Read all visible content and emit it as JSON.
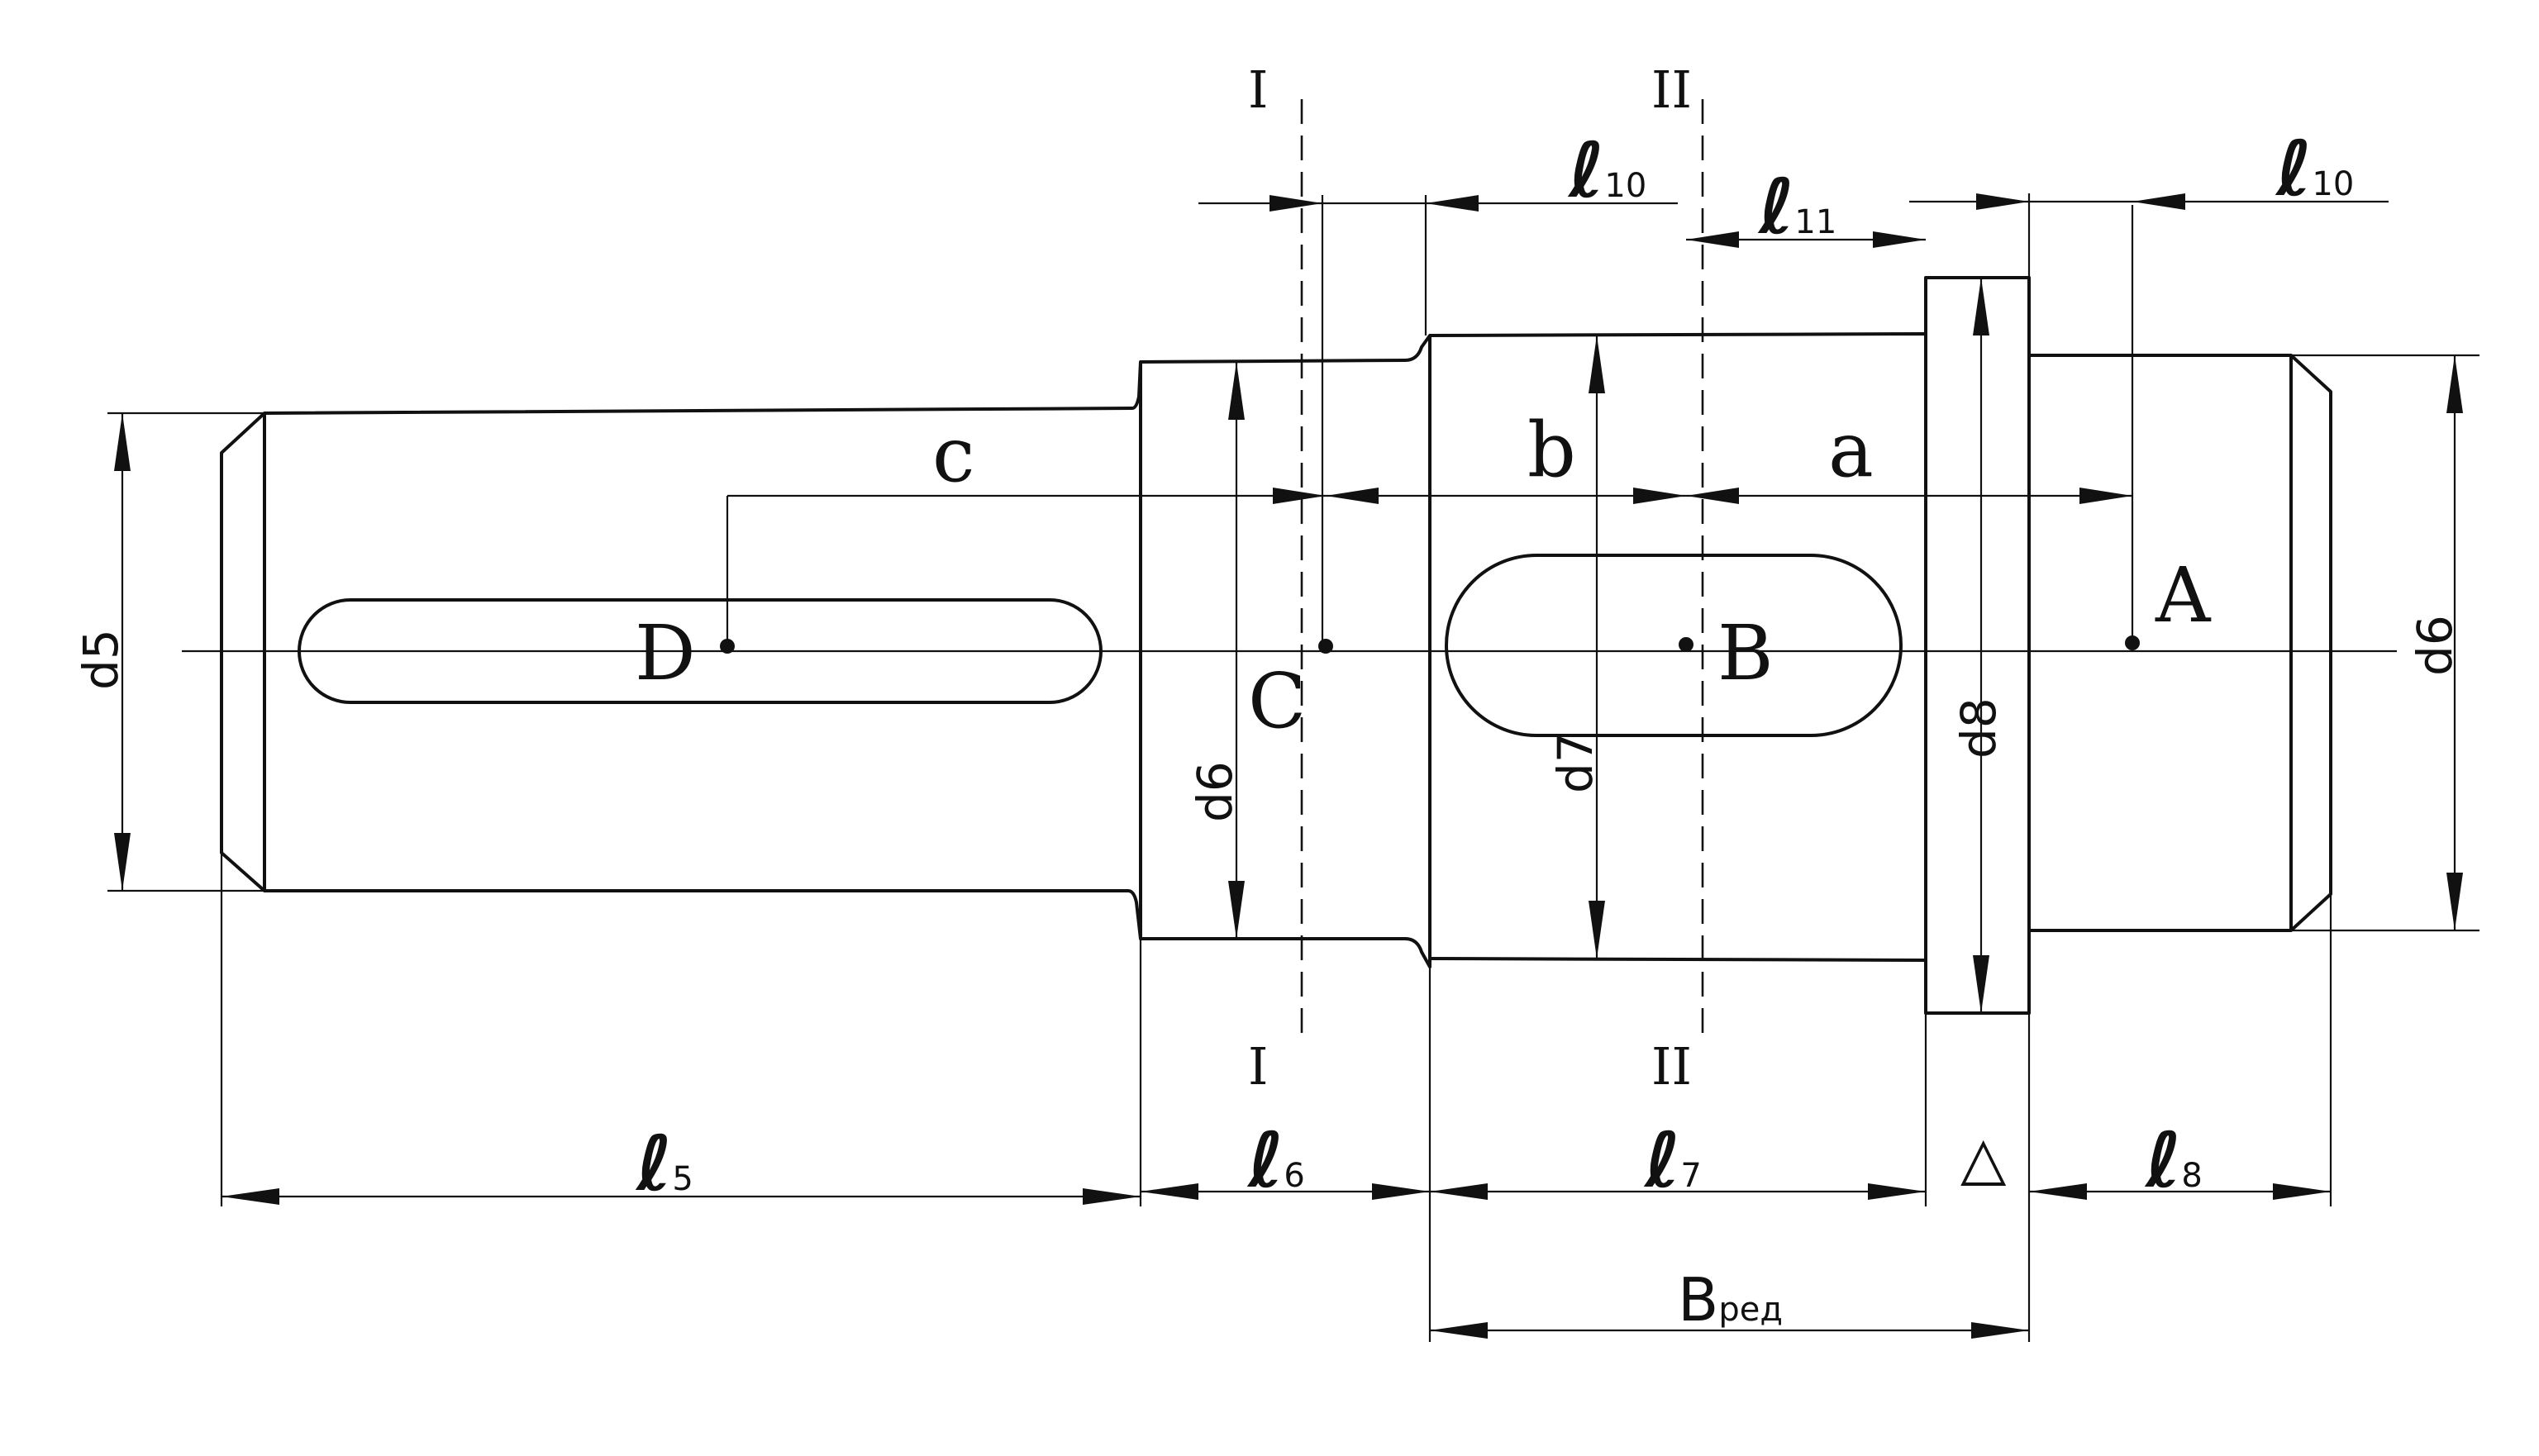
{
  "points": {
    "A": "A",
    "B": "B",
    "C": "C",
    "D": "D"
  },
  "spans": {
    "a": "a",
    "b": "b",
    "c": "c"
  },
  "lengths": [
    {
      "main": "ℓ",
      "sub": "5"
    },
    {
      "main": "ℓ",
      "sub": "6"
    },
    {
      "main": "ℓ",
      "sub": "7"
    },
    {
      "main": "ℓ",
      "sub": "8"
    },
    {
      "main": "ℓ",
      "sub": "10"
    },
    {
      "main": "ℓ",
      "sub": "11"
    }
  ],
  "gap_symbol": "△",
  "b_red": {
    "main": "B",
    "sub": "ред"
  },
  "diameters": {
    "d5": "d5",
    "d6": "d6",
    "d7": "d7",
    "d8": "d8"
  },
  "sections": {
    "I": "I",
    "II": "II"
  }
}
